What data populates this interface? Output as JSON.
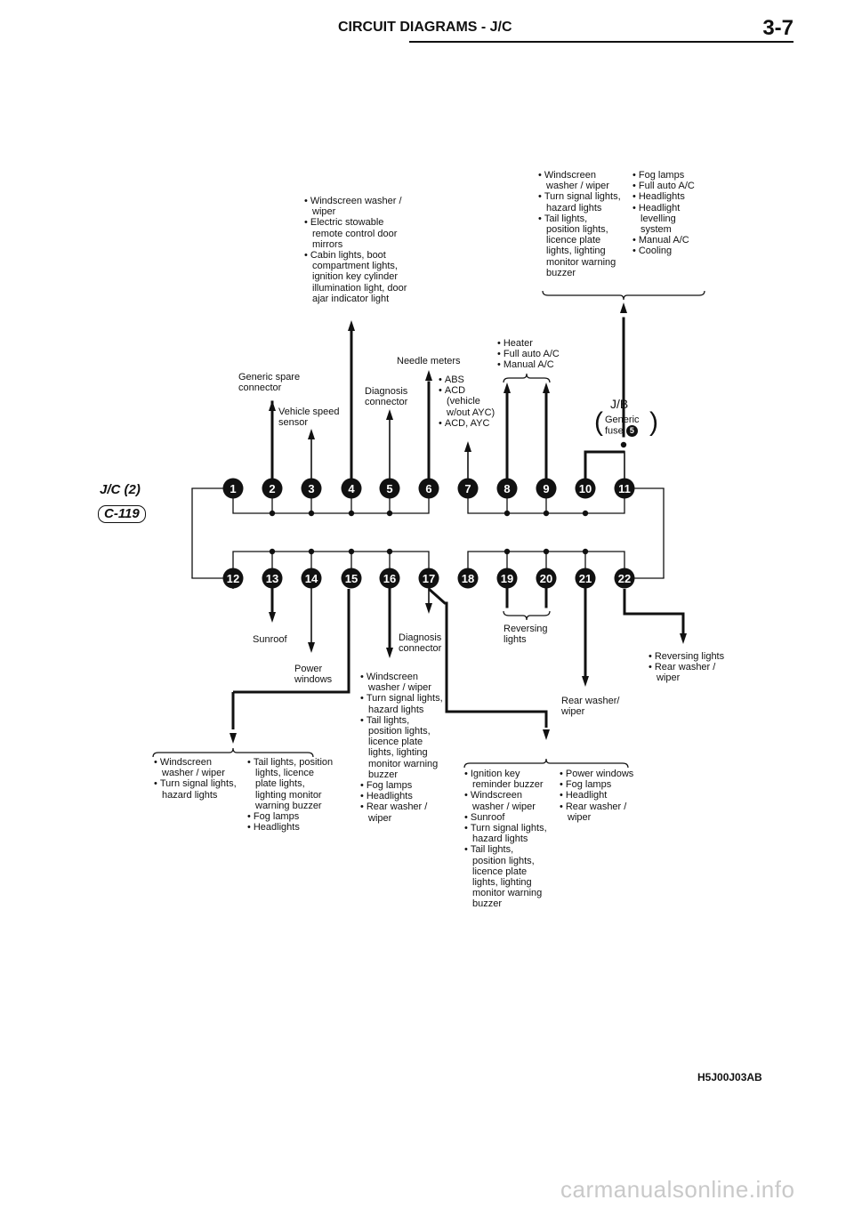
{
  "header": {
    "title": "CIRCUIT DIAGRAMS - J/C",
    "page": "3-7"
  },
  "junction": {
    "name": "J/C (2)",
    "connector": "C-119"
  },
  "jb": {
    "title": "J/B",
    "fuse_label": "Generic",
    "fuse_word": "fuse",
    "fuse_no": "5"
  },
  "pins_top": [
    "1",
    "2",
    "3",
    "4",
    "5",
    "6",
    "7",
    "8",
    "9",
    "10",
    "11"
  ],
  "pins_bottom": [
    "12",
    "13",
    "14",
    "15",
    "16",
    "17",
    "18",
    "19",
    "20",
    "21",
    "22"
  ],
  "top": {
    "generic_spare": "Generic spare\nconnector",
    "vehicle_speed": "Vehicle speed\nsensor",
    "pin4_list": [
      "Windscreen washer / wiper",
      "Electric stowable remote control door mirrors",
      "Cabin lights, boot compartment lights, ignition key cylinder illumination light, door ajar indicator light"
    ],
    "diagnosis": "Diagnosis\nconnector",
    "needle_meters": "Needle meters",
    "abs_list": [
      "ABS",
      "ACD (vehicle w/out AYC)",
      "ACD, AYC"
    ],
    "heater_list": [
      "Heater",
      "Full auto A/C",
      "Manual A/C"
    ],
    "pin10_list_a": [
      "Windscreen washer / wiper",
      "Turn signal lights, hazard lights",
      "Tail lights, position lights, licence plate lights, lighting monitor warning buzzer"
    ],
    "pin10_list_b": [
      "Fog lamps",
      "Full auto A/C",
      "Headlights",
      "Headlight levelling system",
      "Manual A/C",
      "Cooling"
    ]
  },
  "bottom": {
    "sunroof": "Sunroof",
    "power_windows": "Power\nwindows",
    "diagnosis": "Diagnosis\nconnector",
    "reversing": "Reversing\nlights",
    "rear_washer": "Rear washer/\nwiper",
    "pin22_list": [
      "Reversing lights",
      "Rear washer / wiper"
    ],
    "pin12_list_a": [
      "Windscreen washer / wiper",
      "Turn signal lights, hazard lights"
    ],
    "pin12_list_b": [
      "Tail lights, position lights, licence plate lights, lighting monitor warning buzzer",
      "Fog lamps",
      "Headlights"
    ],
    "pin16_list": [
      "Windscreen washer / wiper",
      "Turn signal lights, hazard lights",
      "Tail lights, position lights, licence plate lights, lighting monitor warning buzzer",
      "Fog lamps",
      "Headlights",
      "Rear washer / wiper"
    ],
    "pin17_list_a": [
      "Ignition key reminder buzzer",
      "Windscreen washer / wiper",
      "Sunroof",
      "Turn signal lights, hazard lights",
      "Tail lights, position lights, licence plate lights, lighting monitor warning buzzer"
    ],
    "pin17_list_b": [
      "Power windows",
      "Fog lamps",
      "Headlight",
      "Rear washer / wiper"
    ]
  },
  "code": "H5J00J03AB",
  "watermark": "carmanualsonline.info"
}
